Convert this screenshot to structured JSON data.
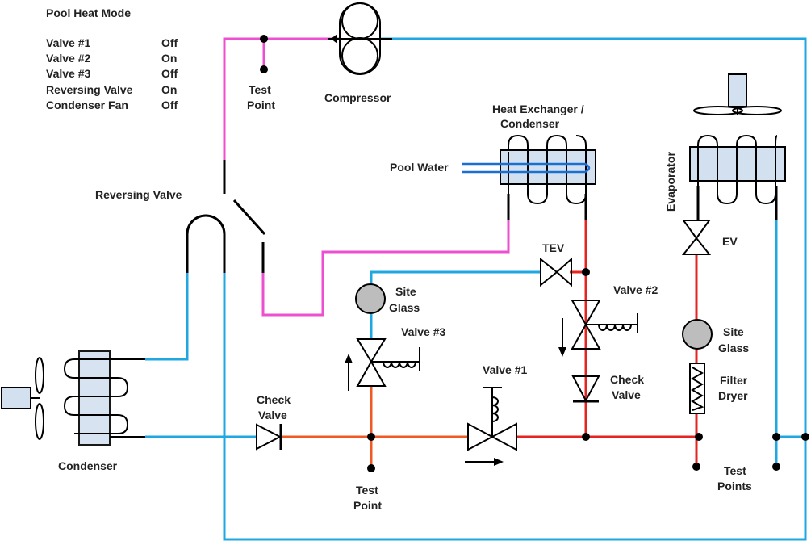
{
  "title": "Pool Heat Mode",
  "valve_states": [
    {
      "name": "Valve #1",
      "state": "Off"
    },
    {
      "name": "Valve #2",
      "state": "On"
    },
    {
      "name": "Valve #3",
      "state": "Off"
    },
    {
      "name": "Reversing Valve",
      "state": "On"
    },
    {
      "name": "Condenser Fan",
      "state": "Off"
    }
  ],
  "labels": {
    "compressor": "Compressor",
    "test_point_top_1": "Test",
    "test_point_top_2": "Point",
    "hx_1": "Heat Exchanger /",
    "hx_2": "Condenser",
    "pool_water": "Pool Water",
    "evaporator": "Evaporator",
    "ev": "EV",
    "reversing_valve": "Reversing Valve",
    "tev": "TEV",
    "site_glass_left_1": "Site",
    "site_glass_left_2": "Glass",
    "valve3": "Valve #3",
    "valve2": "Valve #2",
    "valve1": "Valve #1",
    "check_valve_right_1": "Check",
    "check_valve_right_2": "Valve",
    "check_valve_left_1": "Check",
    "check_valve_left_2": "Valve",
    "site_glass_right_1": "Site",
    "site_glass_right_2": "Glass",
    "filter_dryer_1": "Filter",
    "filter_dryer_2": "Dryer",
    "test_points_right_1": "Test",
    "test_points_right_2": "Points",
    "condenser": "Condenser",
    "test_point_bottom_1": "Test",
    "test_point_bottom_2": "Point"
  },
  "colors": {
    "suction_blue": "#1ea7e0",
    "discharge_pink": "#ec4fcf",
    "liquid_red": "#e52421",
    "orange": "#f05a22",
    "component_fill": "#d3e0f0",
    "site_glass_fill": "#bdbdbd"
  }
}
